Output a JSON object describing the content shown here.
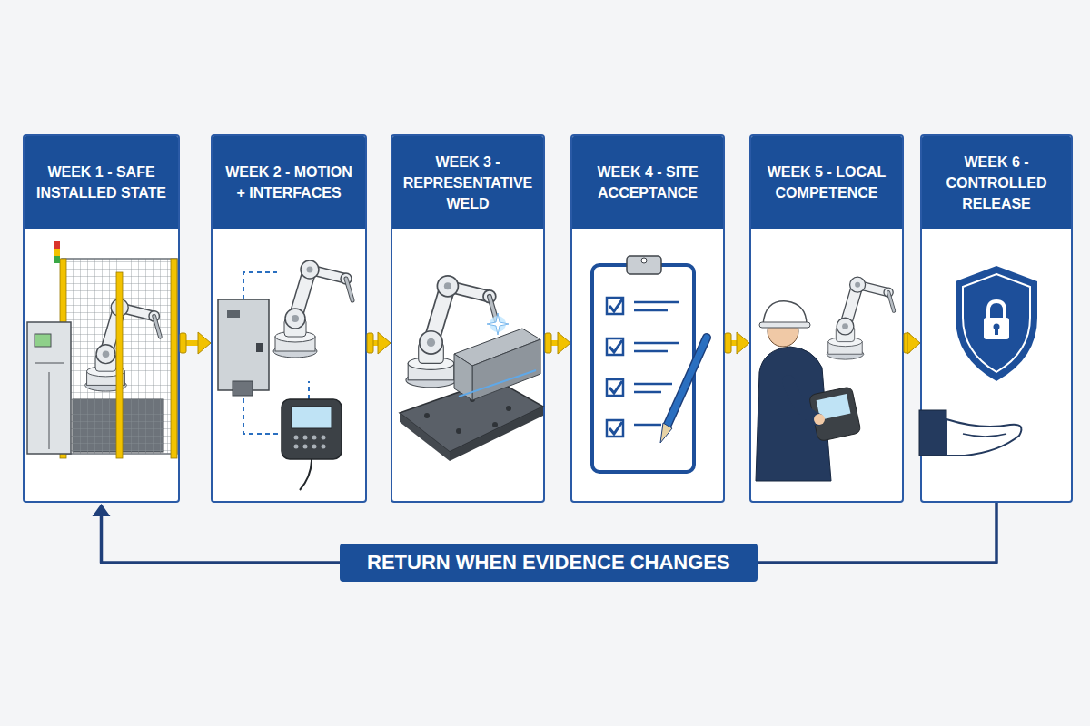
{
  "diagram": {
    "nodes": [
      {
        "text": [
          "WEEK 1 - SAFE INSTALLED STATE"
        ]
      },
      {
        "text": [
          "WEEK 2 - MOTION + INTERFACES"
        ]
      },
      {
        "text": [
          "WEEK 3 - REPRESENTATIVE WELD"
        ]
      },
      {
        "text": [
          "WEEK 4 - SITE ACCEPTANCE"
        ]
      },
      {
        "text": [
          "WEEK 5 - LOCAL COMPETENCE"
        ]
      },
      {
        "text": [
          "WEEK 6 - CONTROLLED RELEASE"
        ]
      }
    ],
    "edges": [
      {
        "from": 0,
        "to": 1,
        "arrow": "to"
      },
      {
        "from": 1,
        "to": 2,
        "arrow": "to"
      },
      {
        "from": 2,
        "to": 3,
        "arrow": "to"
      },
      {
        "from": 3,
        "to": 4,
        "arrow": "to"
      },
      {
        "from": 4,
        "to": 5,
        "arrow": "to"
      },
      {
        "from": 5,
        "to": 0,
        "label": "RETURN WHEN EVIDENCE CHANGES",
        "arrow": "to"
      }
    ]
  }
}
